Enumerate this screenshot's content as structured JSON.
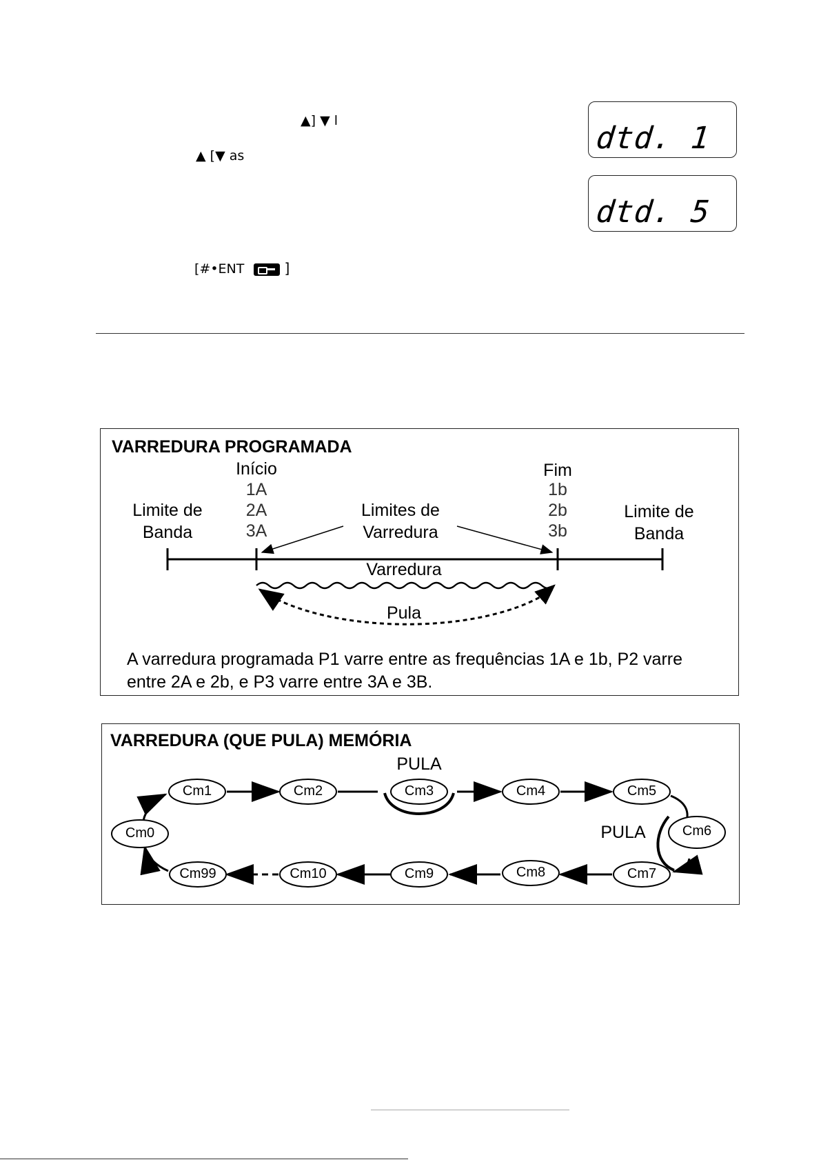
{
  "fragments": {
    "line1": "▲]  ▼  l",
    "line2": "▲  [▼  as",
    "line3": "[#•ENT"
  },
  "displays": [
    "dtd. 1",
    "dtd. 5"
  ],
  "fig1": {
    "title": "VARREDURA PROGRAMADA",
    "inicio": "Início",
    "fim": "Fim",
    "start_points": [
      "1A",
      "2A",
      "3A"
    ],
    "end_points": [
      "1b",
      "2b",
      "3b"
    ],
    "band_limit": [
      "Limite de",
      "Banda"
    ],
    "scan_limits": [
      "Limites de",
      "Varredura"
    ],
    "scan": "Varredura",
    "skip": "Pula",
    "caption": "A varredura programada P1 varre entre as frequências 1A e 1b, P2 varre entre 2A e 2b, e P3 varre entre 3A e 3B."
  },
  "fig2": {
    "title": "VARREDURA (QUE PULA) MEMÓRIA",
    "skip_top": "PULA",
    "skip_right": "PULA",
    "channels": [
      "Cm0",
      "Cm1",
      "Cm2",
      "Cm3",
      "Cm4",
      "Cm5",
      "Cm6",
      "Cm7",
      "Cm8",
      "Cm9",
      "Cm10",
      "Cm99"
    ]
  }
}
